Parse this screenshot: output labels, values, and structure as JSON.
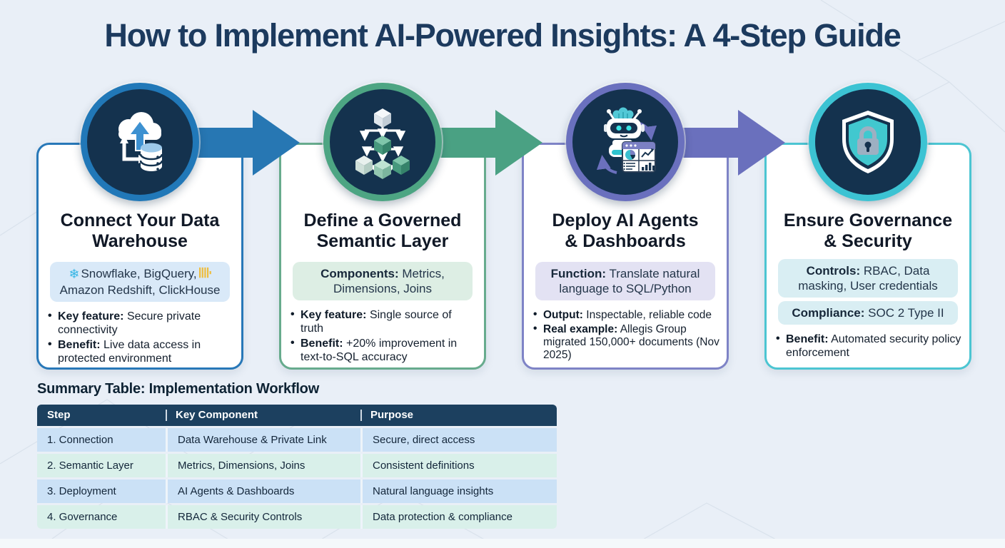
{
  "title": "How to Implement AI-Powered Insights: A 4-Step Guide",
  "colors": {
    "background": "#e9eff7",
    "title_text": "#1c3a5e",
    "circle_fill": "#14324e",
    "table_header_bg": "#1c405f",
    "table_row_blue": "#cbe1f6",
    "table_row_mint": "#d9f0ea",
    "step_accents": [
      "#2777b3",
      "#55a98b",
      "#7b80c4",
      "#45c6d2"
    ],
    "snowflake_icon": "#35b5e5",
    "clickhouse_icon": "#eebd3e"
  },
  "arrows": [
    {
      "color": "#2777b3"
    },
    {
      "color": "#4aa183"
    },
    {
      "color": "#6a70bd"
    }
  ],
  "steps": [
    {
      "icon": "cloud-database-sync-icon",
      "title_line1": "Connect Your Data",
      "title_line2": "Warehouse",
      "badge": {
        "part1": "Snowflake, BigQuery,",
        "part2": "Amazon Redshift, ClickHouse"
      },
      "bullets": [
        {
          "label": "Key feature:",
          "text": "Secure private connectivity"
        },
        {
          "label": "Benefit:",
          "text": "Live data access in protected environment"
        }
      ]
    },
    {
      "icon": "cube-hierarchy-icon",
      "title_line1": "Define a Governed",
      "title_line2": "Semantic Layer",
      "badge": {
        "label": "Components:",
        "text": "Metrics, Dimensions, Joins"
      },
      "bullets": [
        {
          "label": "Key feature:",
          "text": "Single source of truth"
        },
        {
          "label": "Benefit:",
          "text": "+20% improvement in text-to-SQL accuracy"
        }
      ]
    },
    {
      "icon": "robot-dashboard-icon",
      "title_line1": "Deploy AI Agents",
      "title_line2": "& Dashboards",
      "badge": {
        "label": "Function:",
        "text": "Translate natural language to SQL/Python"
      },
      "bullets": [
        {
          "label": "Output:",
          "text": "Inspectable, reliable code"
        },
        {
          "label": "Real example:",
          "text": "Allegis Group migrated 150,000+ documents (Nov 2025)"
        }
      ]
    },
    {
      "icon": "shield-lock-icon",
      "title_line1": "Ensure Governance",
      "title_line2": "& Security",
      "badges": [
        {
          "label": "Controls:",
          "text": "RBAC, Data masking, User credentials"
        },
        {
          "label": "Compliance:",
          "text": "SOC 2 Type II"
        }
      ],
      "bullets": [
        {
          "label": "Benefit:",
          "text": "Automated security policy enforcement"
        }
      ]
    }
  ],
  "summary": {
    "heading": "Summary Table: Implementation Workflow",
    "columns": [
      "Step",
      "Key Component",
      "Purpose"
    ],
    "rows": [
      [
        "1. Connection",
        "Data Warehouse & Private Link",
        "Secure, direct access"
      ],
      [
        "2. Semantic Layer",
        "Metrics, Dimensions, Joins",
        "Consistent definitions"
      ],
      [
        "3. Deployment",
        "AI Agents & Dashboards",
        "Natural language insights"
      ],
      [
        "4. Governance",
        "RBAC & Security Controls",
        "Data protection & compliance"
      ]
    ]
  }
}
